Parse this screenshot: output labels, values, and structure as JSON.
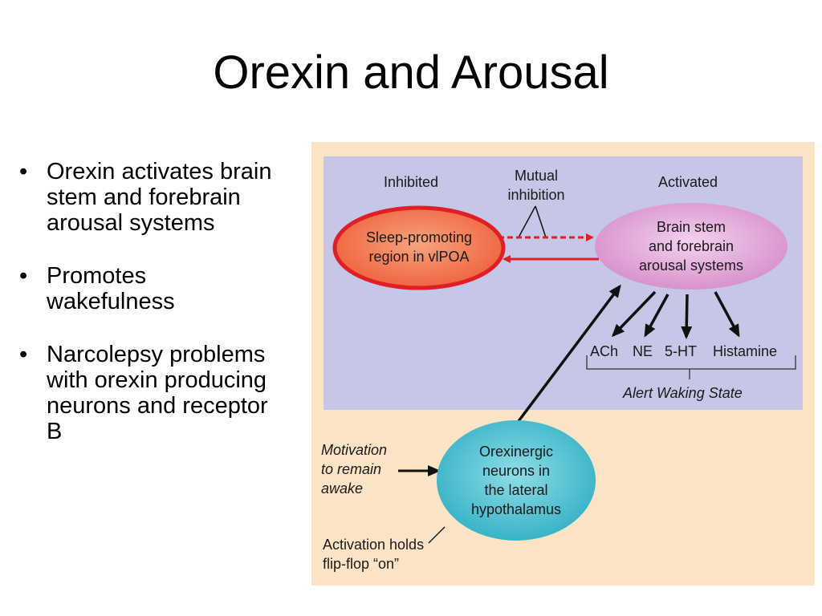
{
  "slide": {
    "title": "Orexin and Arousal",
    "bullets": [
      {
        "text": "Orexin activates brain stem and forebrain arousal systems"
      },
      {
        "text": "Promotes wakefulness"
      },
      {
        "text": "Narcolepsy problems with orexin producing neurons and receptor B"
      }
    ]
  },
  "diagram": {
    "labels": {
      "inhibited": "Inhibited",
      "mutual_inhibition_1": "Mutual",
      "mutual_inhibition_2": "inhibition",
      "activated": "Activated",
      "sleep_1": "Sleep-promoting",
      "sleep_2": "region in vlPOA",
      "arousal_1": "Brain stem",
      "arousal_2": "and forebrain",
      "arousal_3": "arousal systems",
      "nt_ach": "ACh",
      "nt_ne": "NE",
      "nt_5ht": "5-HT",
      "nt_histamine": "Histamine",
      "alert_state": "Alert Waking State",
      "motivation_1": "Motivation",
      "motivation_2": "to remain",
      "motivation_3": "awake",
      "orexin_1": "Orexinergic",
      "orexin_2": "neurons in",
      "orexin_3": "the lateral",
      "orexin_4": "hypothalamus",
      "activation_1": "Activation holds",
      "activation_2": "flip-flop “on”"
    },
    "colors": {
      "background": "#fbe3c6",
      "panel": "#c6c6e6",
      "sleep_fill": "#f07a50",
      "sleep_stroke": "#e01e26",
      "arousal_fill": "#e2a3d6",
      "orexin_fill": "#4bbfcf",
      "inhibition_arrow": "#e01e26"
    }
  }
}
